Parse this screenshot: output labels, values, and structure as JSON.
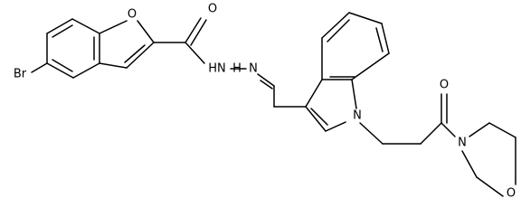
{
  "atoms": {
    "br": "Br",
    "o_furan": "O",
    "o_carbonyl_amide": "O",
    "nh_nh": "HN",
    "nh_label": "H",
    "n_hydrazone": "N",
    "n_indole": "N",
    "o_carbonyl_acetyl": "O",
    "n_morpholine": "N",
    "o_morpholine": "O"
  }
}
